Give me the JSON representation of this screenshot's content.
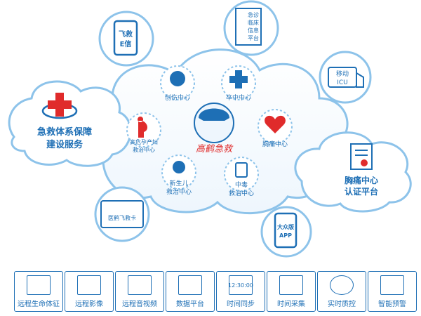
{
  "hub": {
    "logo_text": "高鹤急救",
    "centers": [
      {
        "label": "创伤中心",
        "icon": "injured-person-icon"
      },
      {
        "label": "卒中中心",
        "icon": "medical-cross-icon"
      },
      {
        "label": "胸痛中心",
        "icon": "heart-pulse-icon"
      },
      {
        "label": "中毒救治中心",
        "lines": [
          "中毒",
          "救治中心"
        ],
        "icon": "poison-bottle-icon"
      },
      {
        "label": "新生儿救治中心",
        "lines": [
          "新生儿",
          "救治中心"
        ],
        "icon": "baby-icon"
      },
      {
        "label": "高危孕产妇救治中心",
        "lines": [
          "高危孕产妇",
          "救治中心"
        ],
        "icon": "pregnant-woman-icon"
      }
    ]
  },
  "left_cloud": {
    "lines": [
      "急救体系保障",
      "建设服务"
    ],
    "icon": "emergency-cross-icon"
  },
  "right_cloud": {
    "lines": [
      "胸痛中心",
      "认证平台"
    ],
    "icon": "certificate-icon"
  },
  "satellites": [
    {
      "label": "飞救E信",
      "lines": [
        "飞救",
        "E信"
      ],
      "icon": "phone-icon"
    },
    {
      "label": "急诊临床信息平台",
      "lines": [
        "急诊",
        "临床",
        "信息",
        "平台"
      ],
      "icon": "document-icon"
    },
    {
      "label": "移动ICU",
      "lines": [
        "移动",
        "ICU"
      ],
      "icon": "ambulance-icon"
    },
    {
      "label": "大众版APP",
      "lines": [
        "大众版",
        "APP"
      ],
      "icon": "phone-icon"
    },
    {
      "label": "医鹤飞救卡",
      "icon": "card-icon"
    }
  ],
  "toolbar": [
    {
      "label": "远程生命体征",
      "icon": "monitor-icon"
    },
    {
      "label": "远程影像",
      "icon": "brain-scan-icon"
    },
    {
      "label": "远程音视频",
      "icon": "video-grid-icon"
    },
    {
      "label": "数据平台",
      "icon": "database-icon"
    },
    {
      "label": "时间同步",
      "icon": "clock-display-icon",
      "display": "12:30:00"
    },
    {
      "label": "时间采集",
      "icon": "wristband-icon"
    },
    {
      "label": "实时质控",
      "icon": "globe-icon"
    },
    {
      "label": "智能预警",
      "icon": "warning-icon"
    }
  ],
  "colors": {
    "primary": "#1e6fb5",
    "accent_red": "#e02b2b",
    "cloud_stroke": "#8dc3ea"
  }
}
